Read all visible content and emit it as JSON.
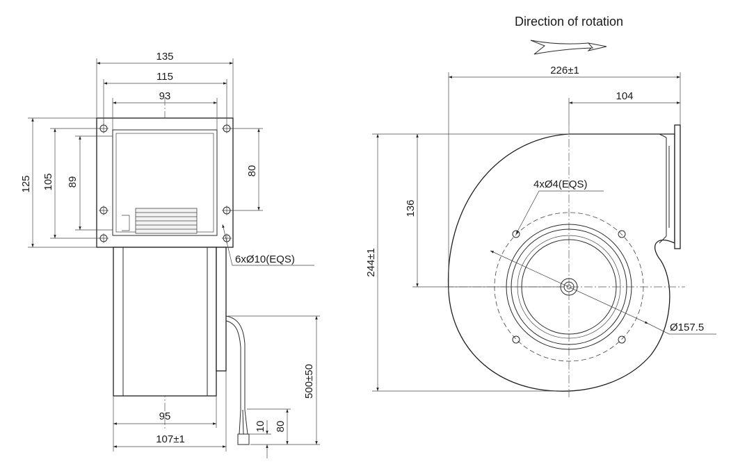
{
  "title": "Direction of rotation",
  "side_view": {
    "width_flange_outer": "135",
    "width_flange_holes": "115",
    "width_opening": "93",
    "height_flange_outer": "125",
    "height_flange_holes": "105",
    "height_opening": "89",
    "hole_spacing_vertical": "80",
    "flange_holes_note": "6xØ10(EQS)",
    "width_housing": "95",
    "width_overall": "107±1",
    "cable_length": "500±50",
    "wire_strip_length": "10",
    "wire_jacket_length": "80"
  },
  "front_view": {
    "overall_width": "226±1",
    "outlet_offset": "104",
    "center_height": "136",
    "overall_height": "244±1",
    "mounting_holes_note": "4xØ4(EQS)",
    "bolt_circle": "Ø157.5"
  }
}
